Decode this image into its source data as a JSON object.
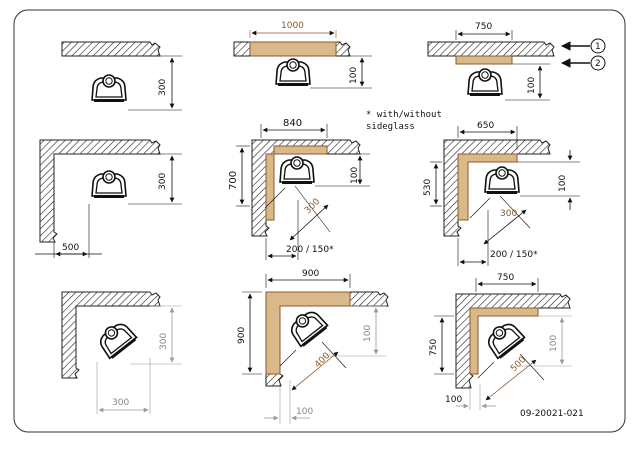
{
  "labels": {
    "p1_v": "300",
    "p2_top": "1000",
    "p2_v": "100",
    "p3_top": "750",
    "p3_v": "100",
    "callout_1": "1",
    "callout_2": "2",
    "note_line1": "* with/without",
    "note_line2": "sideglass",
    "p4_v": "300",
    "p4_h": "500",
    "p5_top": "840",
    "p5_left": "700",
    "p5_v": "100",
    "p5_diag": "300",
    "p5_bottom": "200 / 150*",
    "p6_top": "650",
    "p6_left": "530",
    "p6_v": "100",
    "p6_diag": "300",
    "p6_bottom": "200 / 150*",
    "p7_v": "300",
    "p7_h": "300",
    "p8_top": "900",
    "p8_left": "900",
    "p8_v": "100",
    "p8_diag": "400",
    "p8_bottom": "100",
    "p9_top": "750",
    "p9_left": "750",
    "p9_v": "100",
    "p9_diag": "500",
    "p9_bottom": "100",
    "drawing_code": "09-20021-021"
  },
  "colors": {
    "wall_hatch": "#222222",
    "insulation": "#d9b98a",
    "dimension_black": "#111111",
    "dimension_grey": "#999999",
    "dimension_brown": "#8b5a2b"
  }
}
